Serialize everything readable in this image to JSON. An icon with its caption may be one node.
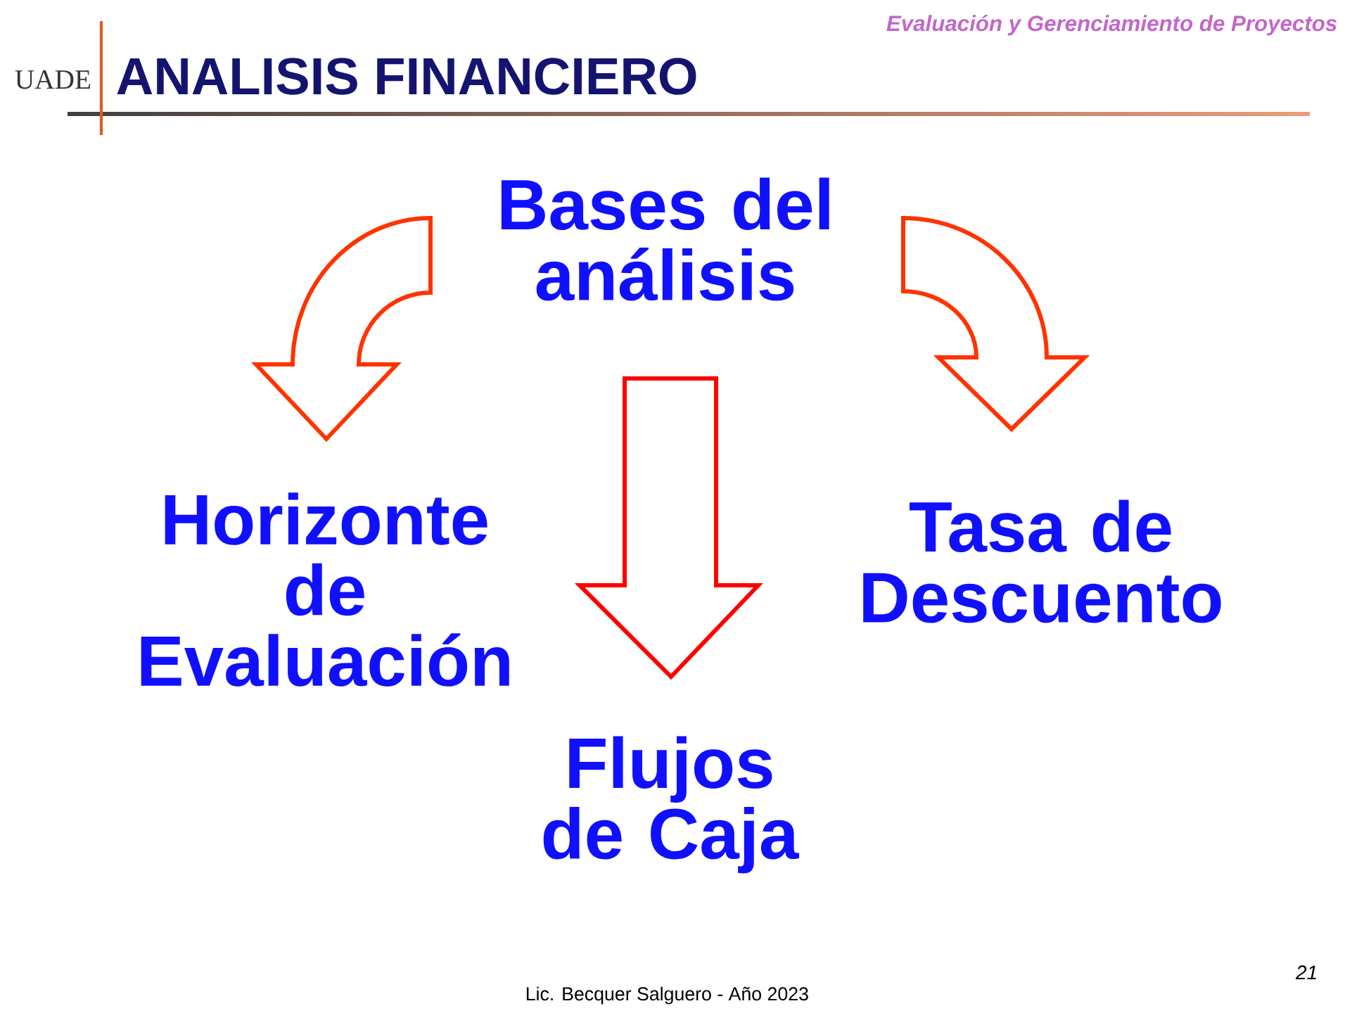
{
  "diagram": {
    "title": "ANALISIS FINANCIERO",
    "nodes": [
      {
        "text": [
          "Bases del análisis"
        ]
      },
      {
        "text": [
          "Horizonte de Evaluación"
        ]
      },
      {
        "text": [
          "Flujos de Caja"
        ]
      },
      {
        "text": [
          "Tasa de Descuento"
        ]
      }
    ],
    "edges": [
      {
        "from": 0,
        "to": 1,
        "arrow": "to"
      },
      {
        "from": 0,
        "to": 2,
        "arrow": "to",
        "color": "#ff0000"
      },
      {
        "from": 0,
        "to": 3,
        "arrow": "to"
      }
    ],
    "labels": [
      "Evaluación y Gerenciamiento de Proyectos",
      "UADE",
      "Lic. Becquer Salguero - Año 2023",
      "21"
    ]
  }
}
